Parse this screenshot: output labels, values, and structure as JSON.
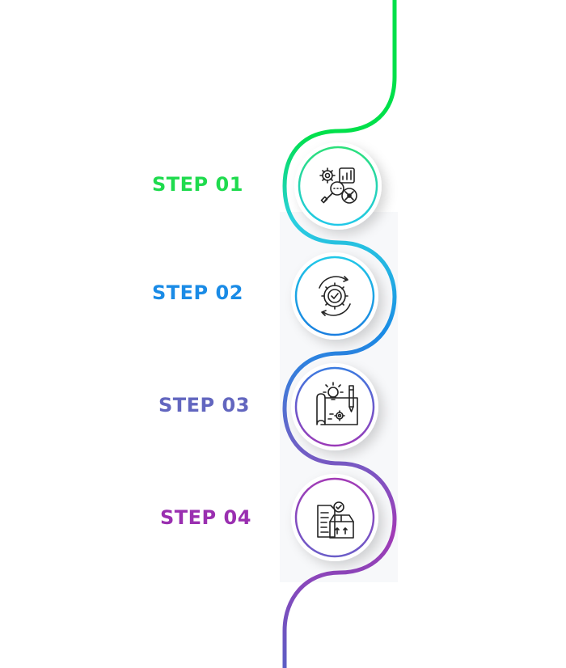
{
  "steps": [
    {
      "label": "STEP 01",
      "color": "#1fdb4e",
      "icon": "analytics-magnifier-gears-icon"
    },
    {
      "label": "STEP 02",
      "color": "#1a8be6",
      "icon": "gear-check-cycle-icon"
    },
    {
      "label": "STEP 03",
      "color": "#6266bf",
      "icon": "blueprint-lightbulb-pencil-icon"
    },
    {
      "label": "STEP 04",
      "color": "#9a2fb0",
      "icon": "document-box-checklist-icon"
    }
  ],
  "path_gradient": [
    "#00e04a",
    "#20d0e6",
    "#1a8be6",
    "#6a63c8",
    "#a23ab6",
    "#5c5ec4"
  ]
}
